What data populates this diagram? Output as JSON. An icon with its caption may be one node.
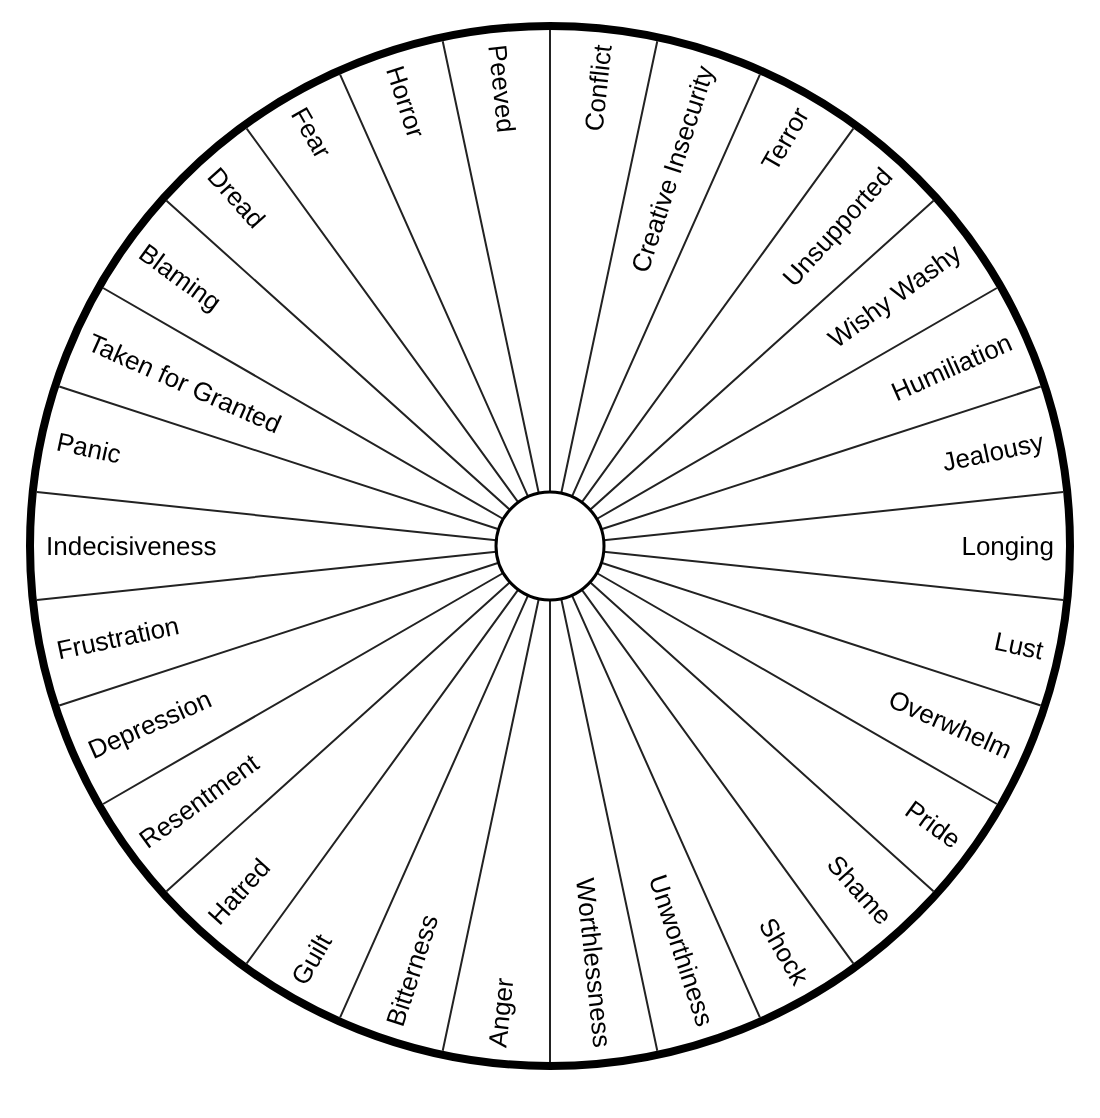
{
  "diagram": {
    "nodes": [
      {
        "text": [
          "Conflict"
        ]
      },
      {
        "text": [
          "Creative Insecurity"
        ]
      },
      {
        "text": [
          "Terror"
        ]
      },
      {
        "text": [
          "Unsupported"
        ]
      },
      {
        "text": [
          "Wishy Washy"
        ]
      },
      {
        "text": [
          "Humiliation"
        ]
      },
      {
        "text": [
          "Jealousy"
        ]
      },
      {
        "text": [
          "Longing"
        ]
      },
      {
        "text": [
          "Lust"
        ]
      },
      {
        "text": [
          "Overwhelm"
        ]
      },
      {
        "text": [
          "Pride"
        ]
      },
      {
        "text": [
          "Shame"
        ]
      },
      {
        "text": [
          "Shock"
        ]
      },
      {
        "text": [
          "Unworthiness"
        ]
      },
      {
        "text": [
          "Worthlessness"
        ]
      },
      {
        "text": [
          "Anger"
        ]
      },
      {
        "text": [
          "Bitterness"
        ]
      },
      {
        "text": [
          "Guilt"
        ]
      },
      {
        "text": [
          "Hatred"
        ]
      },
      {
        "text": [
          "Resentment"
        ]
      },
      {
        "text": [
          "Depression"
        ]
      },
      {
        "text": [
          "Frustration"
        ]
      },
      {
        "text": [
          "Indecisiveness"
        ]
      },
      {
        "text": [
          "Panic"
        ]
      },
      {
        "text": [
          "Taken for Granted"
        ]
      },
      {
        "text": [
          "Blaming"
        ]
      },
      {
        "text": [
          "Dread"
        ]
      },
      {
        "text": [
          "Fear"
        ]
      },
      {
        "text": [
          "Horror"
        ]
      },
      {
        "text": [
          "Peeved"
        ]
      }
    ]
  }
}
